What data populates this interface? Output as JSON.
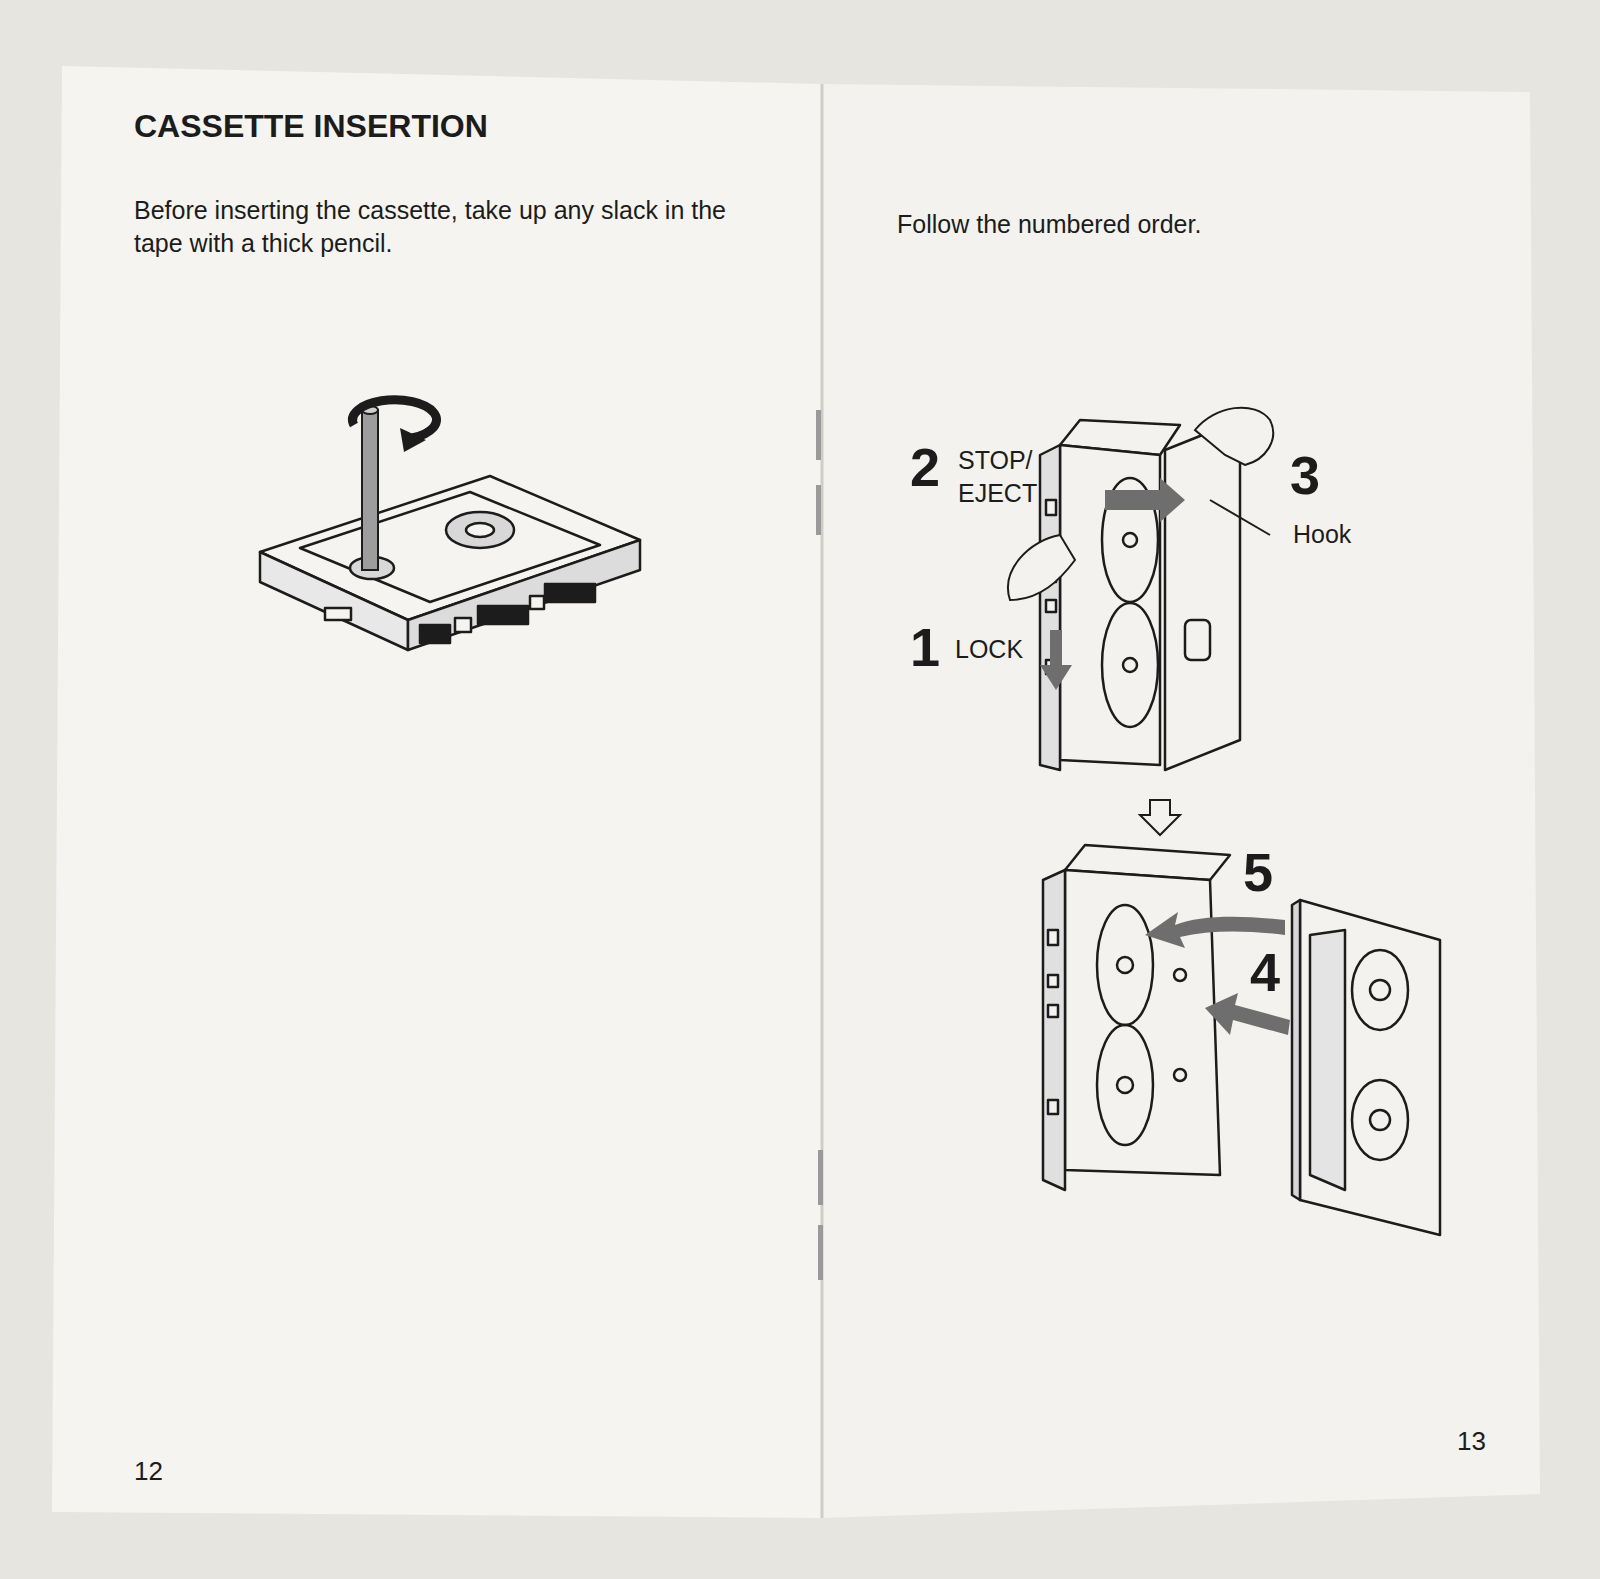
{
  "diagram": {
    "title": "CASSETTE INSERTION",
    "labels": [
      "Before inserting the cassette, take up any slack in the tape with a thick pencil.",
      "12",
      "Follow the numbered order.",
      "2",
      "STOP/ EJECT",
      "3",
      "Hook",
      "1",
      "LOCK",
      "5",
      "4",
      "13"
    ]
  }
}
